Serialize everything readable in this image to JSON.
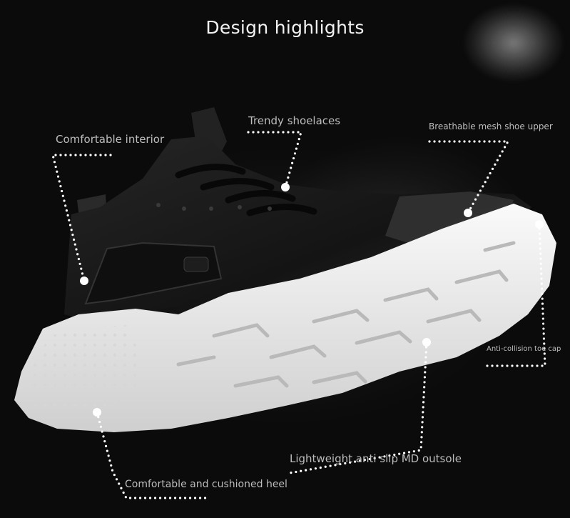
{
  "title": "Design highlights",
  "callouts": [
    {
      "id": "interior",
      "label": "Comfortable interior"
    },
    {
      "id": "laces",
      "label": "Trendy shoelaces"
    },
    {
      "id": "mesh",
      "label": "Breathable mesh shoe upper"
    },
    {
      "id": "toe",
      "label": "Anti-collision toe cap"
    },
    {
      "id": "outsole",
      "label": "Lightweight anti slip MD outsole"
    },
    {
      "id": "heel",
      "label": "Comfortable and cushioned heel"
    }
  ],
  "colors": {
    "background": "#0d0d0d",
    "shoe_upper": "#1a1a1a",
    "sole": "#ececec",
    "callout_text": "#bdbdbd",
    "callout_dots": "#ffffff"
  }
}
